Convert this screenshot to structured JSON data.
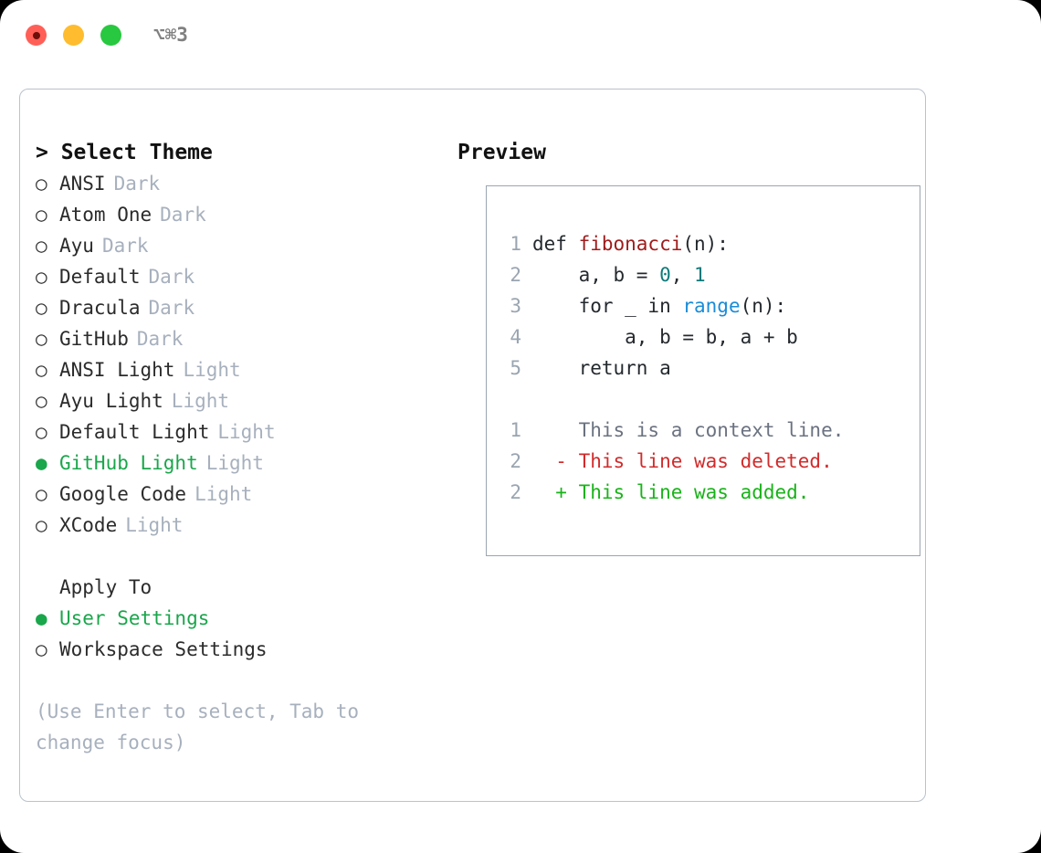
{
  "window": {
    "shortcut": "⌥⌘3",
    "lights": [
      "close",
      "minimize",
      "maximize"
    ]
  },
  "theme_panel": {
    "header": "> Select Theme",
    "marker_selected": "●",
    "marker_unselected": "○",
    "items": [
      {
        "name": "ANSI",
        "variant": "Dark",
        "selected": false
      },
      {
        "name": "Atom One",
        "variant": "Dark",
        "selected": false
      },
      {
        "name": "Ayu",
        "variant": "Dark",
        "selected": false
      },
      {
        "name": "Default",
        "variant": "Dark",
        "selected": false
      },
      {
        "name": "Dracula",
        "variant": "Dark",
        "selected": false
      },
      {
        "name": "GitHub",
        "variant": "Dark",
        "selected": false
      },
      {
        "name": "ANSI Light",
        "variant": "Light",
        "selected": false
      },
      {
        "name": "Ayu Light",
        "variant": "Light",
        "selected": false
      },
      {
        "name": "Default Light",
        "variant": "Light",
        "selected": false
      },
      {
        "name": "GitHub Light",
        "variant": "Light",
        "selected": true
      },
      {
        "name": "Google Code",
        "variant": "Light",
        "selected": false
      },
      {
        "name": "XCode",
        "variant": "Light",
        "selected": false
      }
    ]
  },
  "apply_to": {
    "header": "Apply To",
    "options": [
      {
        "label": "User Settings",
        "selected": true
      },
      {
        "label": "Workspace Settings",
        "selected": false
      }
    ]
  },
  "hint": "(Use Enter to select, Tab to change focus)",
  "preview": {
    "header": "Preview",
    "code_lines": [
      {
        "lineno": "1",
        "tokens": [
          {
            "text": "def ",
            "type": "plain"
          },
          {
            "text": "fibonacci",
            "type": "func"
          },
          {
            "text": "(n):",
            "type": "plain"
          }
        ]
      },
      {
        "lineno": "2",
        "tokens": [
          {
            "text": "    a, b = ",
            "type": "plain"
          },
          {
            "text": "0",
            "type": "num"
          },
          {
            "text": ", ",
            "type": "plain"
          },
          {
            "text": "1",
            "type": "num"
          }
        ]
      },
      {
        "lineno": "3",
        "tokens": [
          {
            "text": "    for _ in ",
            "type": "plain"
          },
          {
            "text": "range",
            "type": "call"
          },
          {
            "text": "(n):",
            "type": "plain"
          }
        ]
      },
      {
        "lineno": "4",
        "tokens": [
          {
            "text": "        a, b = b, a + b",
            "type": "plain"
          }
        ]
      },
      {
        "lineno": "5",
        "tokens": [
          {
            "text": "    return a",
            "type": "plain"
          }
        ]
      }
    ],
    "diff_lines": [
      {
        "lineno": "1",
        "sign": "  ",
        "text": "This is a context line.",
        "kind": "ctx"
      },
      {
        "lineno": "2",
        "sign": "- ",
        "text": "This line was deleted.",
        "kind": "del"
      },
      {
        "lineno": "2",
        "sign": "+ ",
        "text": "This line was added.",
        "kind": "add"
      }
    ]
  },
  "colors": {
    "accent_green": "#1aa64b",
    "muted": "#a7b0bd",
    "border": "#b9c2cc",
    "preview_border": "#9aa5b1",
    "syntax_function": "#a01b1b",
    "syntax_number": "#0d7a7a",
    "syntax_call": "#1a8cd8",
    "diff_deleted": "#d12b2b",
    "diff_added": "#19b319",
    "light_red": "#ff5f57",
    "light_yellow": "#febc2e",
    "light_green": "#28c840"
  }
}
